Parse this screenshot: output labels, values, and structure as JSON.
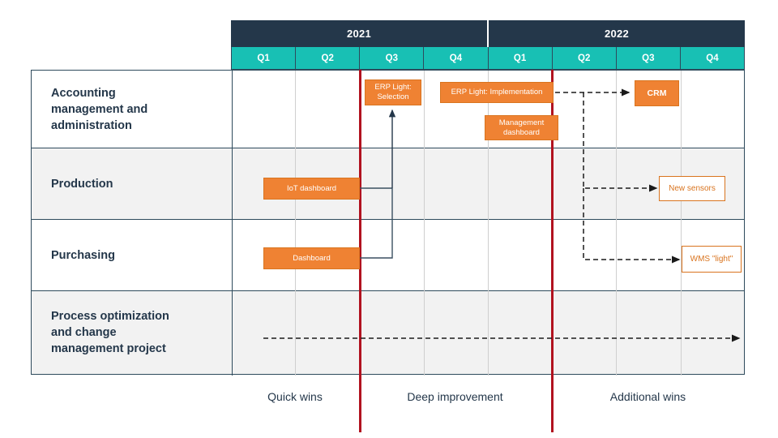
{
  "timeline": {
    "years": [
      {
        "label": "2021"
      },
      {
        "label": "2022"
      }
    ],
    "quarters": [
      {
        "label": "Q1"
      },
      {
        "label": "Q2"
      },
      {
        "label": "Q3"
      },
      {
        "label": "Q4"
      },
      {
        "label": "Q1"
      },
      {
        "label": "Q2"
      },
      {
        "label": "Q3"
      },
      {
        "label": "Q4"
      }
    ]
  },
  "rows": [
    {
      "label": "Accounting\nmanagement and\nadministration"
    },
    {
      "label": "Production"
    },
    {
      "label": "Purchasing"
    },
    {
      "label": "Process optimization\nand change\nmanagement project"
    }
  ],
  "tasks": [
    {
      "label": "ERP Light:\nSelection",
      "row": "Accounting management and administration"
    },
    {
      "label": "ERP Light: Implementation",
      "row": "Accounting management and administration"
    },
    {
      "label": "Management\ndashboard",
      "row": "Accounting management and administration"
    },
    {
      "label": "CRM",
      "row": "Accounting management and administration"
    },
    {
      "label": "IoT dashboard",
      "row": "Production"
    },
    {
      "label": "New sensors",
      "row": "Production"
    },
    {
      "label": "Dashboard",
      "row": "Purchasing"
    },
    {
      "label": "WMS \"light\"",
      "row": "Purchasing"
    }
  ],
  "phases": [
    {
      "label": "Quick wins"
    },
    {
      "label": "Deep improvement"
    },
    {
      "label": "Additional wins"
    }
  ],
  "colors": {
    "header_year_bg": "#24374a",
    "header_quarter_bg": "#18c0b4",
    "bar_fill": "#ef8233",
    "bar_outline": "#d9741f",
    "phase_divider": "#b1121f",
    "row_shade": "#f2f2f2",
    "text_dark": "#24374a"
  }
}
